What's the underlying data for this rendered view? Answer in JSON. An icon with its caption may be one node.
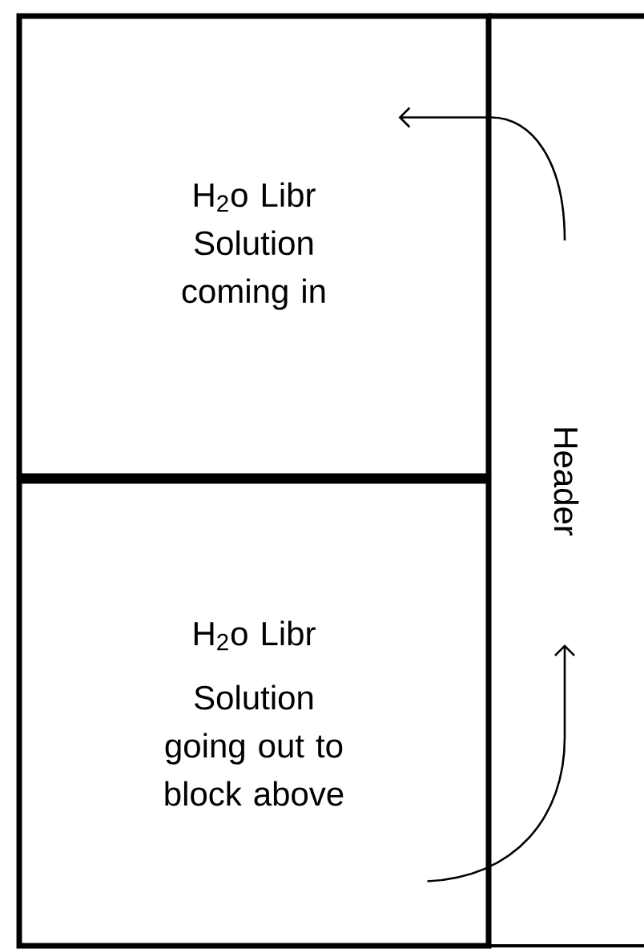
{
  "diagram": {
    "nodes": [
      {
        "text": [
          "H$_{2}$o Libr Solution coming in"
        ]
      },
      {
        "text": [
          "H$_{2}$o Libr",
          "Solution going out to block above"
        ]
      },
      {
        "text": [
          "Header"
        ]
      }
    ],
    "edges": [
      {
        "from": 2,
        "to": 0,
        "arrow": "to"
      },
      {
        "from": 1,
        "to": 2,
        "arrow": "to"
      }
    ]
  }
}
